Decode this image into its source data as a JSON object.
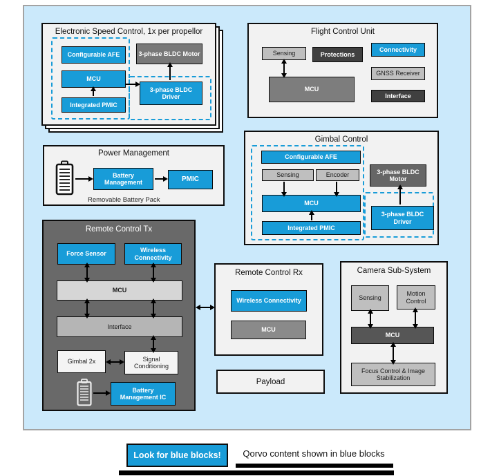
{
  "colors": {
    "qorvo_blue": "#189cd8",
    "board_bg": "#cbe9fb"
  },
  "panels": {
    "esc": {
      "title": "Electronic Speed Control, 1x per propellor",
      "afe": "Configurable AFE",
      "mcu": "MCU",
      "pmic": "Integrated PMIC",
      "motor": "3-phase BLDC Motor",
      "driver": "3-phase BLDC Driver"
    },
    "fcu": {
      "title": "Flight Control Unit",
      "sensing": "Sensing",
      "protections": "Protections",
      "connectivity": "Connectivity",
      "gnss": "GNSS Receiver",
      "interface": "Interface",
      "mcu": "MCU"
    },
    "gimbal": {
      "title": "Gimbal Control",
      "afe": "Configurable AFE",
      "sensing": "Sensing",
      "encoder": "Encoder",
      "mcu": "MCU",
      "pmic": "Integrated PMIC",
      "motor": "3-phase BLDC Motor",
      "driver": "3-phase BLDC Driver"
    },
    "power": {
      "title": "Power Management",
      "battery_mgmt": "Battery Management",
      "pmic": "PMIC",
      "caption": "Removable Battery Pack"
    },
    "tx": {
      "title": "Remote Control Tx",
      "force_sensor": "Force Sensor",
      "wireless": "Wireless Connectivity",
      "mcu": "MCU",
      "interface": "Interface",
      "gimbal2x": "Gimbal 2x",
      "signal": "Signal Conditioning",
      "bmic": "Battery Management IC"
    },
    "rx": {
      "title": "Remote Control Rx",
      "wireless": "Wireless Connectivity",
      "mcu": "MCU"
    },
    "camera": {
      "title": "Camera Sub-System",
      "sensing": "Sensing",
      "motion": "Motion Control",
      "mcu": "MCU",
      "focus": "Focus Control & Image Stabilization"
    },
    "payload": {
      "title": "Payload"
    }
  },
  "legend": {
    "button": "Look for blue blocks!",
    "caption": "Qorvo content shown in blue blocks"
  }
}
